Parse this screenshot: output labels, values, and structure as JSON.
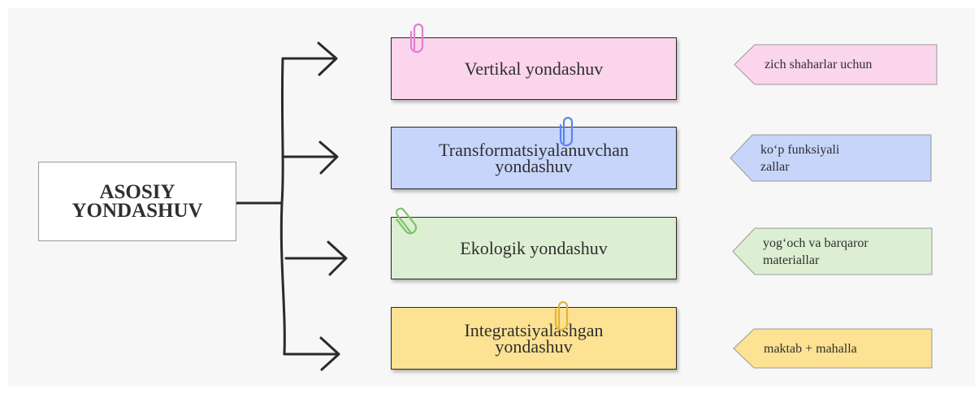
{
  "main_concept": {
    "line1": "ASOSIY",
    "line2": "YONDASHUV"
  },
  "approaches": [
    {
      "title_line1": "Vertikal yondashuv",
      "title_line2": "",
      "color": "#fbd5ec",
      "clip_color": "#e07fcf"
    },
    {
      "title_line1": "Transformatsiyalanuvchan",
      "title_line2": "yondashuv",
      "color": "#c7d5fb",
      "clip_color": "#5a86ee"
    },
    {
      "title_line1": "Ekologik yondashuv",
      "title_line2": "",
      "color": "#dcefd2",
      "clip_color": "#7ec46a"
    },
    {
      "title_line1": "Integratsiyalashgan",
      "title_line2": "yondashuv",
      "color": "#fce292",
      "clip_color": "#e2b43a"
    }
  ],
  "descriptions": [
    {
      "line1": "zich shaharlar uchun",
      "line2": "",
      "color": "#fbd5ec"
    },
    {
      "line1": "ko‘p funksiyali",
      "line2": "zallar",
      "color": "#c7d5fb"
    },
    {
      "line1": "yog‘och va barqaror",
      "line2": "materiallar",
      "color": "#dcefd2"
    },
    {
      "line1": "maktab + mahalla",
      "line2": "",
      "color": "#fce292"
    }
  ]
}
